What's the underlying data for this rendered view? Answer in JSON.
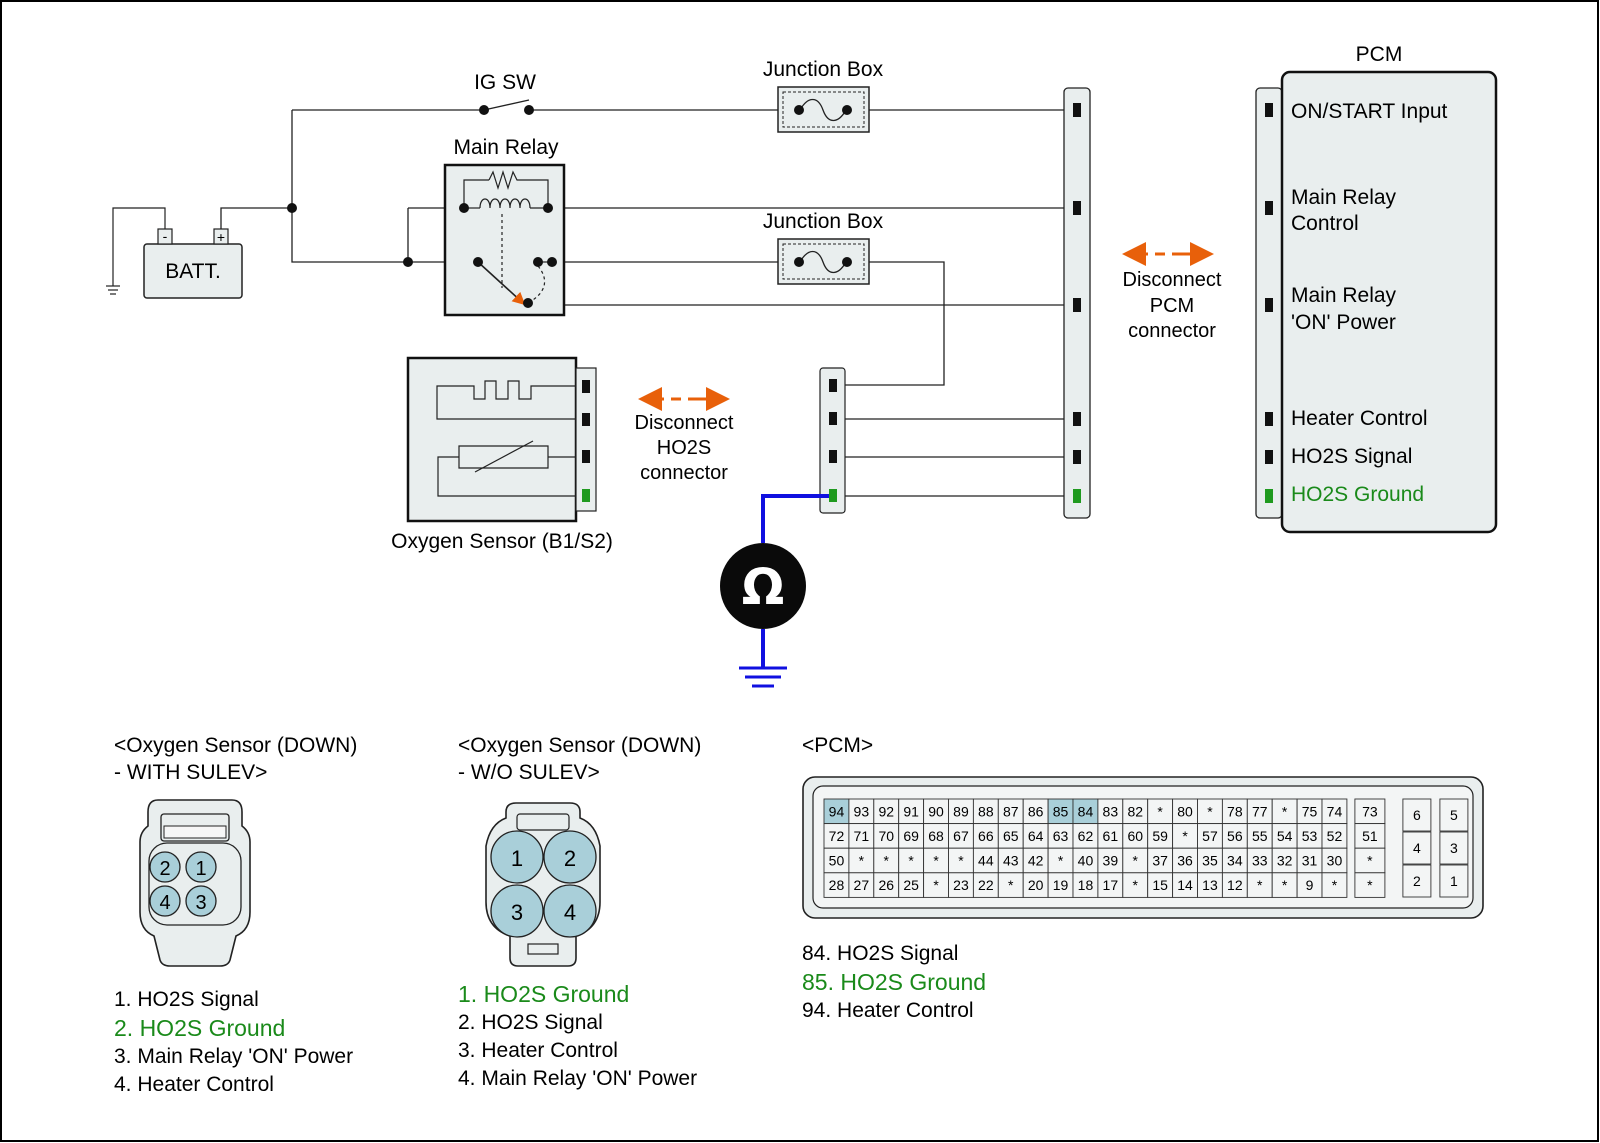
{
  "components": {
    "ig_sw": "IG SW",
    "junction_box_1": "Junction Box",
    "junction_box_2": "Junction Box",
    "main_relay": "Main Relay",
    "battery": "BATT.",
    "battery_neg": "-",
    "battery_pos": "+",
    "pcm": "PCM",
    "oxygen_sensor": "Oxygen Sensor (B1/S2)",
    "ohmmeter_symbol": "Ω"
  },
  "pcm_terminals": [
    "ON/START Input",
    "Main Relay",
    "Control",
    "Main Relay",
    "'ON' Power",
    "Heater Control",
    "HO2S  Signal",
    "HO2S  Ground"
  ],
  "callouts": {
    "pcm_disconnect": [
      "Disconnect",
      "PCM",
      "connector"
    ],
    "ho2s_disconnect": [
      "Disconnect",
      "HO2S",
      "connector"
    ]
  },
  "connector_sulev": {
    "title_line1": "<Oxygen Sensor (DOWN)",
    "title_line2": " - WITH SULEV>",
    "pins": [
      "2",
      "1",
      "4",
      "3"
    ],
    "legend": [
      "1. HO2S  Signal",
      "2. HO2S  Ground",
      "3. Main Relay  'ON' Power",
      "4. Heater Control"
    ]
  },
  "connector_no_sulev": {
    "title_line1": "<Oxygen Sensor (DOWN)",
    "title_line2": " -  W/O SULEV>",
    "pins": [
      "1",
      "2",
      "3",
      "4"
    ],
    "legend": [
      "1. HO2S  Ground",
      "2. HO2S  Signal",
      "3. Heater Control",
      "4. Main Relay  'ON' Power"
    ]
  },
  "pcm_connector": {
    "title": "<PCM>",
    "main_rows": [
      [
        "94",
        "93",
        "92",
        "91",
        "90",
        "89",
        "88",
        "87",
        "86",
        "85",
        "84",
        "83",
        "82",
        "*",
        "80",
        "*",
        "78",
        "77",
        "*",
        "75",
        "74"
      ],
      [
        "72",
        "71",
        "70",
        "69",
        "68",
        "67",
        "66",
        "65",
        "64",
        "63",
        "62",
        "61",
        "60",
        "59",
        "*",
        "57",
        "56",
        "55",
        "54",
        "53",
        "52"
      ],
      [
        "50",
        "*",
        "*",
        "*",
        "*",
        "*",
        "44",
        "43",
        "42",
        "*",
        "40",
        "39",
        "*",
        "37",
        "36",
        "35",
        "34",
        "33",
        "32",
        "31",
        "30"
      ],
      [
        "28",
        "27",
        "26",
        "25",
        "*",
        "23",
        "22",
        "*",
        "20",
        "19",
        "18",
        "17",
        "*",
        "15",
        "14",
        "13",
        "12",
        "*",
        "*",
        "9",
        "*"
      ]
    ],
    "highlighted": [
      "94",
      "85",
      "84"
    ],
    "side_column": [
      "73",
      "51",
      "*",
      "*"
    ],
    "right_block": [
      [
        "6",
        "5"
      ],
      [
        "4",
        "3"
      ],
      [
        "2",
        "1"
      ]
    ],
    "legend": [
      "84. HO2S  Signal",
      "85. HO2S  Ground",
      "94. Heater Control"
    ]
  },
  "colors": {
    "wire": "#222222",
    "ground_wire": "#1010e0",
    "callout_arrow": "#e8600a",
    "ground_text": "#1a8a1a",
    "pin_highlight": "#a9cfd9",
    "connector_fill": "#e9eeee"
  }
}
